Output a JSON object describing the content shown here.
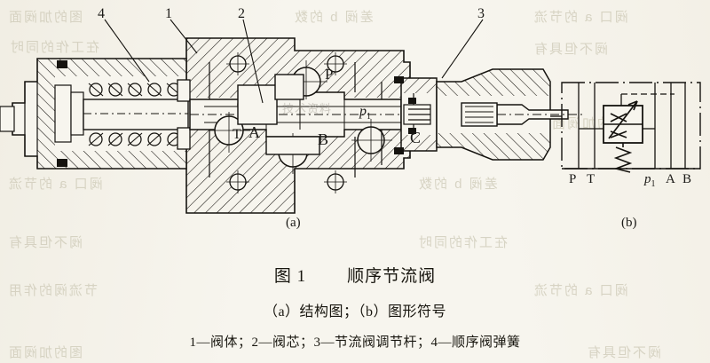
{
  "figure": {
    "title": "图 1        顺序节流阀",
    "subtitle": "（a）结构图；（b）图形符号",
    "item_list": "1—阀体；2—阀芯；3—节流阀调节杆；4—顺序阀弹簧",
    "sublabel_a": "(a)",
    "sublabel_b": "(b)"
  },
  "callouts": [
    {
      "id": "4",
      "label": "4",
      "meaning": "顺序阀弹簧"
    },
    {
      "id": "1",
      "label": "1",
      "meaning": "阀体"
    },
    {
      "id": "2",
      "label": "2",
      "meaning": "阀芯"
    },
    {
      "id": "3",
      "label": "3",
      "meaning": "节流阀调节杆"
    }
  ],
  "structure_ports": [
    {
      "id": "P",
      "label": "P"
    },
    {
      "id": "A",
      "label": "A"
    },
    {
      "id": "T",
      "label": "T"
    },
    {
      "id": "B",
      "label": "B"
    },
    {
      "id": "p1",
      "label": "p",
      "sub": "1"
    },
    {
      "id": "C",
      "label": "C"
    }
  ],
  "symbol_ports": [
    {
      "id": "P",
      "label": "P"
    },
    {
      "id": "T",
      "label": "T"
    },
    {
      "id": "p1",
      "label": "p",
      "sub": "1"
    },
    {
      "id": "A",
      "label": "A"
    },
    {
      "id": "B",
      "label": "B"
    }
  ],
  "bleed_text": [
    {
      "id": "bt1",
      "text": "图的加阀面"
    },
    {
      "id": "bt2",
      "text": "差阀 b 的数"
    },
    {
      "id": "bt3",
      "text": "阀口 a 的节流"
    },
    {
      "id": "bt4",
      "text": "在工作的同时"
    },
    {
      "id": "bt5",
      "text": "阀不但具有"
    },
    {
      "id": "bt6",
      "text": "节流阀的作用"
    }
  ],
  "watermark": {
    "text": "技术资料"
  },
  "colors": {
    "paper": "#f7f5ee",
    "ink": "#15130f",
    "bleed": "#cdc9b6"
  }
}
